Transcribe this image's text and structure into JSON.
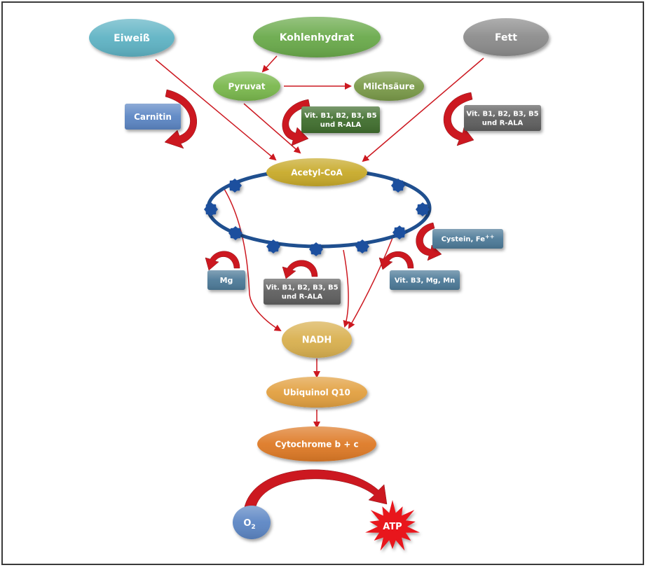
{
  "diagram": {
    "sources": {
      "protein": "Eiweiß",
      "carbohydrate": "Kohlenhydrat",
      "fat": "Fett"
    },
    "intermediates": {
      "pyruvate": "Pyruvat",
      "lactic_acid": "Milchsäure",
      "acetyl_coa": "Acetyl-CoA",
      "nadh": "NADH",
      "ubiquinol": "Ubiquinol Q10",
      "cytochrome": "Cytochrome b + c",
      "oxygen": "O",
      "oxygen_sub": "2",
      "atp": "ATP"
    },
    "cofactors": {
      "carnitin": "Carnitin",
      "pyruvate_vitamins_line1": "Vit. B1, B2, B3, B5",
      "pyruvate_vitamins_line2": "und R-ALA",
      "fat_vitamins_line1": "Vit. B1, B2, B3, B5",
      "fat_vitamins_line2": "und R-ALA",
      "cystein": "Cystein, Fe",
      "cystein_sup": "++",
      "mg": "Mg",
      "cycle_vitamins_line1": "Vit. B1, B2, B3, B5",
      "cycle_vitamins_line2": "und R-ALA",
      "b3_mg_mn": "Vit. B3, Mg, Mn"
    },
    "colors": {
      "protein": "#5fb3c4",
      "carbohydrate": "#6aaa4c",
      "fat": "#8c8c8c",
      "pyruvate": "#7ab84e",
      "lactic_acid": "#7a9a4a",
      "acetyl_coa": "#c8aa2c",
      "nadh": "#d9b050",
      "ubiquinol": "#e2a040",
      "cytochrome": "#de7a28",
      "oxygen": "#5b86c4",
      "atp": "#e8141e",
      "carnitin_box": "#5b86c4",
      "green_box": "#3f6e2f",
      "gray_box": "#5e5e5e",
      "steel_box": "#4e7a98",
      "ring": "#1f4f8f",
      "ring_nodes": "#1d4f9e",
      "arrow": "#cc1820"
    }
  }
}
